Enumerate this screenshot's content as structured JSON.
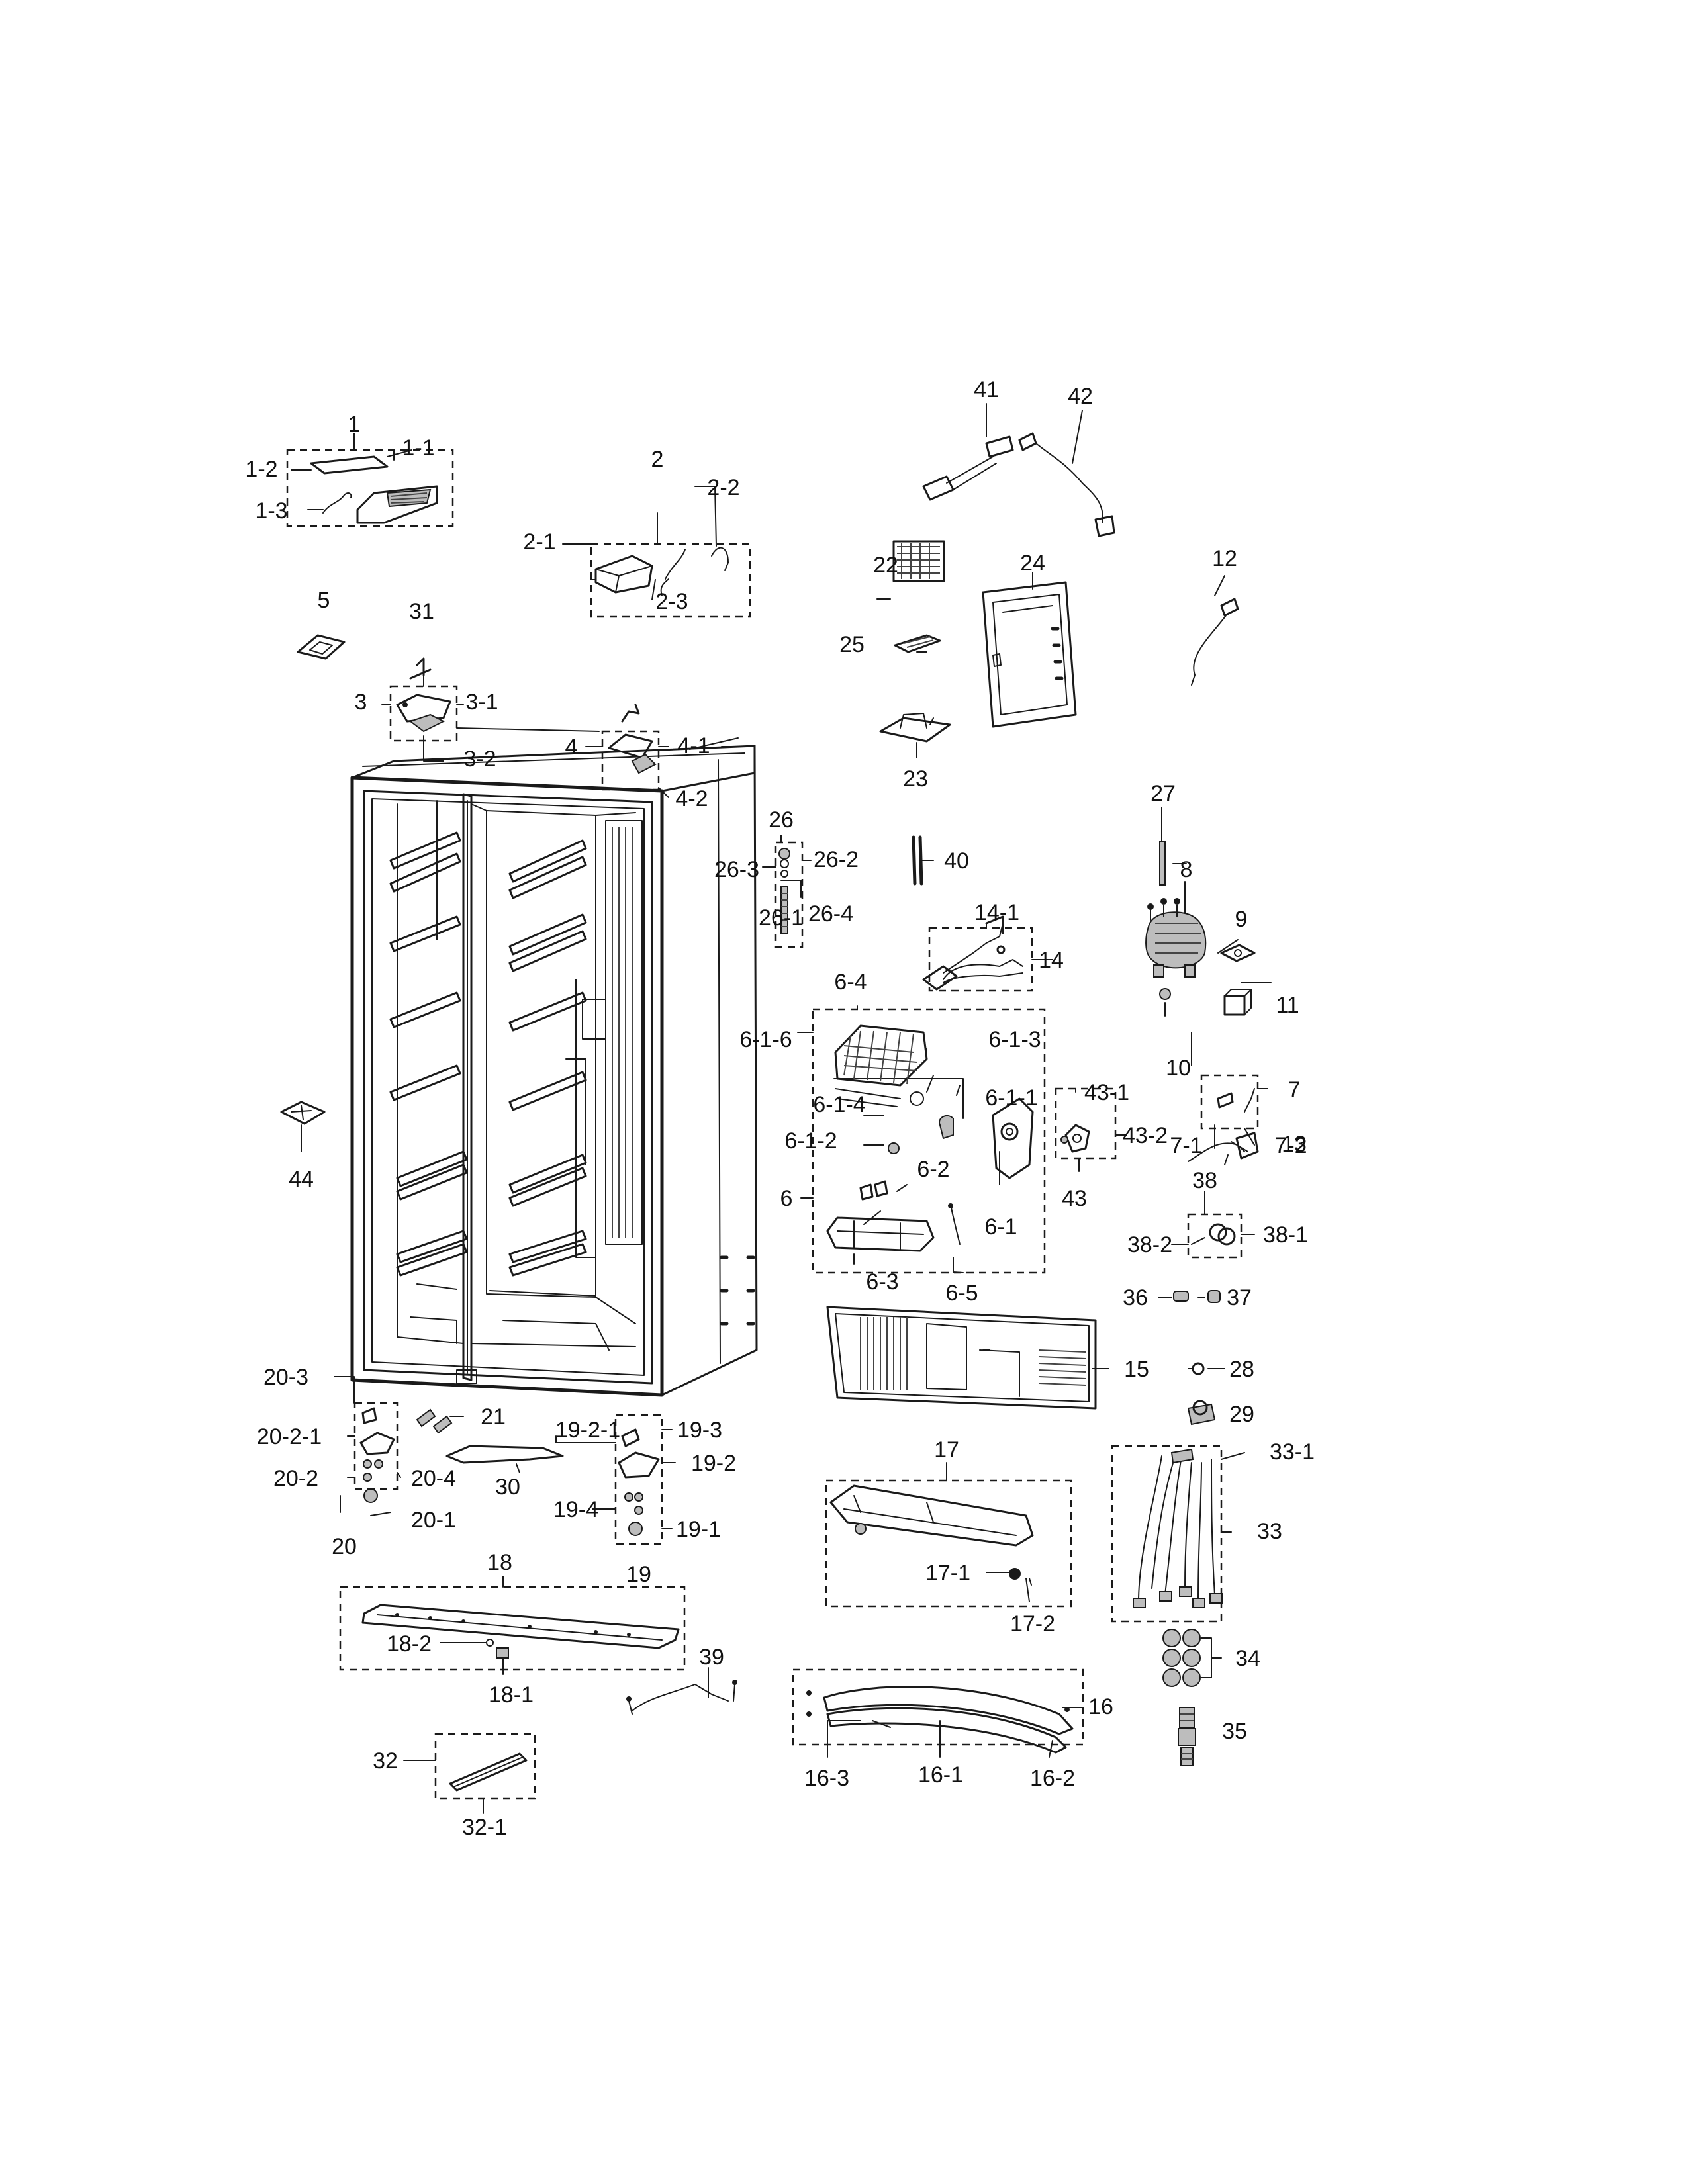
{
  "diagram": {
    "labels": [
      "1",
      "1-1",
      "1-2",
      "1-3",
      "2",
      "2-1",
      "2-2",
      "2-3",
      "3",
      "3-1",
      "3-2",
      "4",
      "4-1",
      "4-2",
      "5",
      "6",
      "6-1",
      "6-1-1",
      "6-1-2",
      "6-1-3",
      "6-1-4",
      "6-1-6",
      "6-2",
      "6-3",
      "6-4",
      "6-5",
      "7",
      "7-1",
      "7-2",
      "8",
      "9",
      "10",
      "11",
      "12",
      "13",
      "14",
      "14-1",
      "15",
      "16",
      "16-1",
      "16-2",
      "16-3",
      "17",
      "17-1",
      "17-2",
      "18",
      "18-1",
      "18-2",
      "19",
      "19-1",
      "19-2",
      "19-2-1",
      "19-3",
      "19-4",
      "20",
      "20-1",
      "20-2",
      "20-2-1",
      "20-3",
      "20-4",
      "21",
      "22",
      "23",
      "24",
      "25",
      "26",
      "26-1",
      "26-2",
      "26-3",
      "26-4",
      "27",
      "28",
      "29",
      "30",
      "31",
      "32",
      "32-1",
      "33",
      "33-1",
      "34",
      "35",
      "36",
      "37",
      "38",
      "38-1",
      "38-2",
      "39",
      "40",
      "41",
      "42",
      "43",
      "43-1",
      "43-2",
      "44"
    ]
  }
}
